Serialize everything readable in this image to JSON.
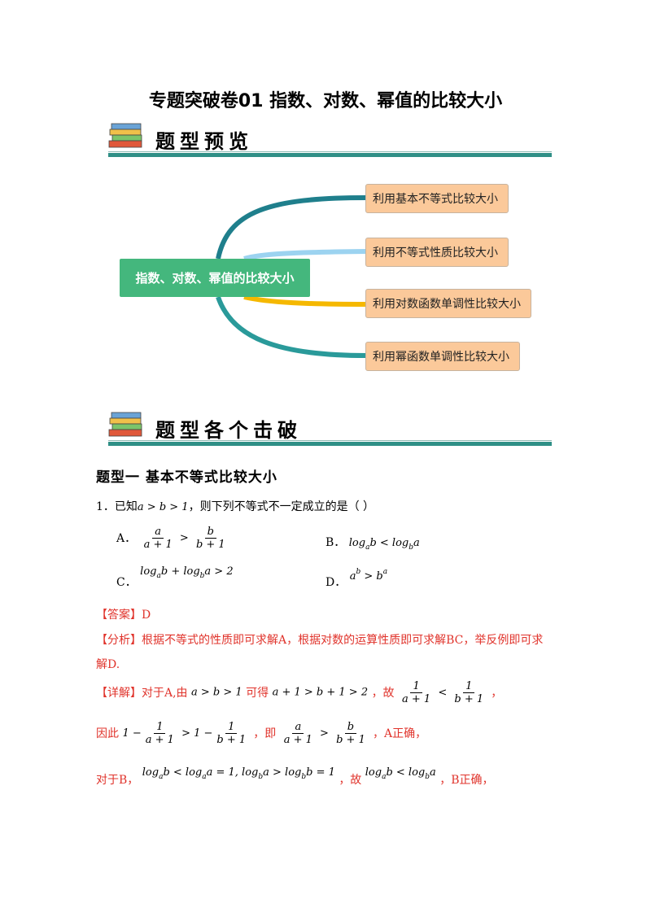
{
  "title": "专题突破卷01  指数、对数、幂值的比较大小",
  "sections": {
    "preview": "题型预览",
    "breakdown": "题型各个击破"
  },
  "mindmap": {
    "center": "指数、对数、幂值的比较大小",
    "nodes": [
      "利用基本不等式比较大小",
      "利用不等式性质比较大小",
      "利用对数函数单调性比较大小",
      "利用幂函数单调性比较大小"
    ],
    "colors": {
      "center": "#44b77d",
      "node": "#fbc99a",
      "branches": [
        "#1f7f8c",
        "#9cd3f0",
        "#f5b800",
        "#2a9a9a"
      ]
    }
  },
  "type1_heading": "题型一  基本不等式比较大小",
  "question": {
    "stem_prefix": "1．已知",
    "stem_cond": "a > b > 1",
    "stem_suffix": "，则下列不等式不一定成立的是（    ）",
    "A_label": "A．",
    "B_label": "B．",
    "C_label": "C．",
    "D_label": "D．"
  },
  "answer": {
    "label": "【答案】",
    "value": "D"
  },
  "analysis": {
    "label": "【分析】",
    "line1": "根据不等式的性质即可求解A，根据对数的运算性质即可求解BC，举反例即可求",
    "line2": "解D."
  },
  "detail": {
    "label": "【详解】",
    "t1": "对于A,由",
    "t2": "可得",
    "t3": "，故",
    "t4": "，",
    "l2_prefix": "因此",
    "l2_mid": "，即",
    "l2_suffix": "，A正确，",
    "l3_prefix": "对于B，",
    "l3_mid": "，故",
    "l3_suffix": "，B正确，"
  }
}
